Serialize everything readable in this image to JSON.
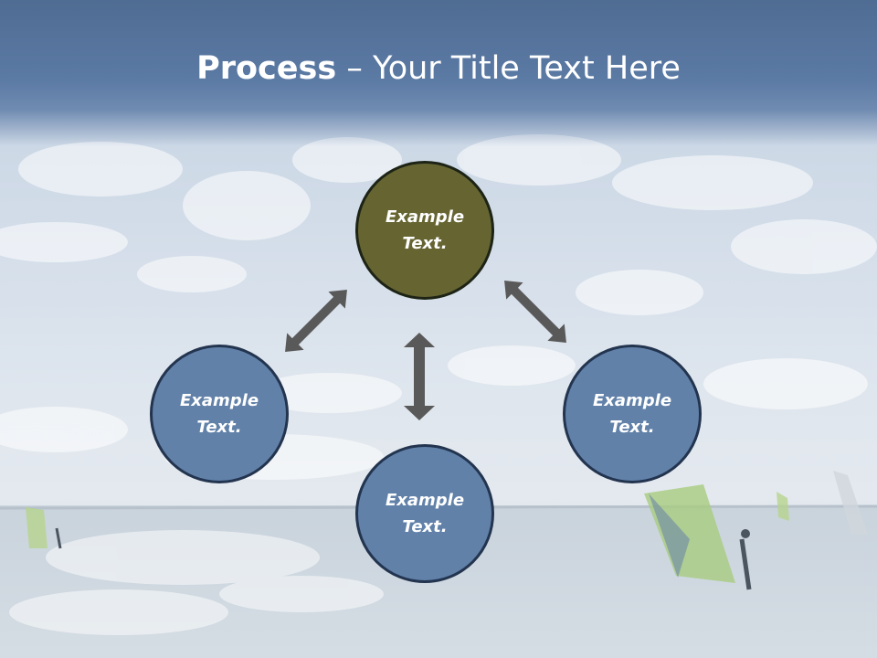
{
  "slide": {
    "title_bold": "Process",
    "title_dash": "–",
    "title_rest": "Your Title Text Here"
  },
  "nodes": [
    {
      "id": "top",
      "label": "Example Text.",
      "color": "#666532"
    },
    {
      "id": "left",
      "label": "Example Text.",
      "color": "#6181a9"
    },
    {
      "id": "bottom",
      "label": "Example Text.",
      "color": "#6181a9"
    },
    {
      "id": "right",
      "label": "Example Text.",
      "color": "#6181a9"
    }
  ],
  "colors": {
    "title_band": "#5674a0",
    "arrow": "#595959",
    "node_blue": "#6181a9",
    "node_olive": "#666532"
  },
  "icons": [
    "double-arrow-icon"
  ]
}
